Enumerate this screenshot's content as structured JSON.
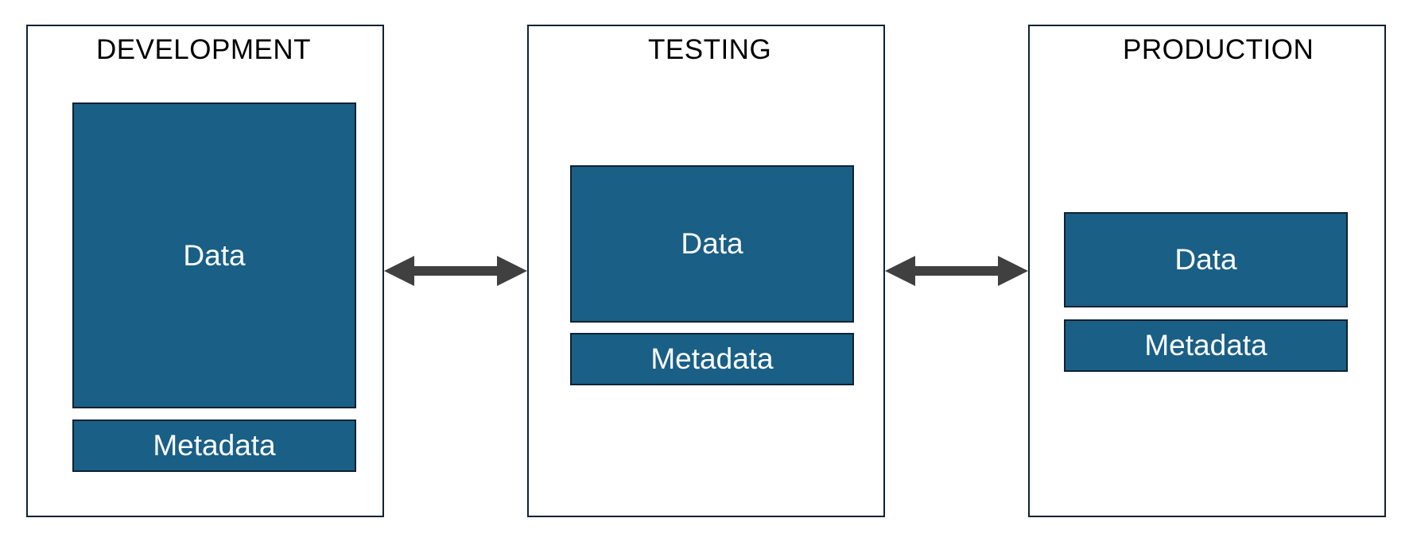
{
  "colors": {
    "block_fill": "#1a5f85",
    "border": "#0e2233",
    "arrow": "#404040"
  },
  "environments": [
    {
      "title": "DEVELOPMENT",
      "data_label": "Data",
      "metadata_label": "Metadata"
    },
    {
      "title": "TESTING",
      "data_label": "Data",
      "metadata_label": "Metadata"
    },
    {
      "title": "PRODUCTION",
      "data_label": "Data",
      "metadata_label": "Metadata"
    }
  ],
  "connectors": [
    {
      "from": "DEVELOPMENT",
      "to": "TESTING",
      "direction": "bidirectional"
    },
    {
      "from": "TESTING",
      "to": "PRODUCTION",
      "direction": "bidirectional"
    }
  ]
}
